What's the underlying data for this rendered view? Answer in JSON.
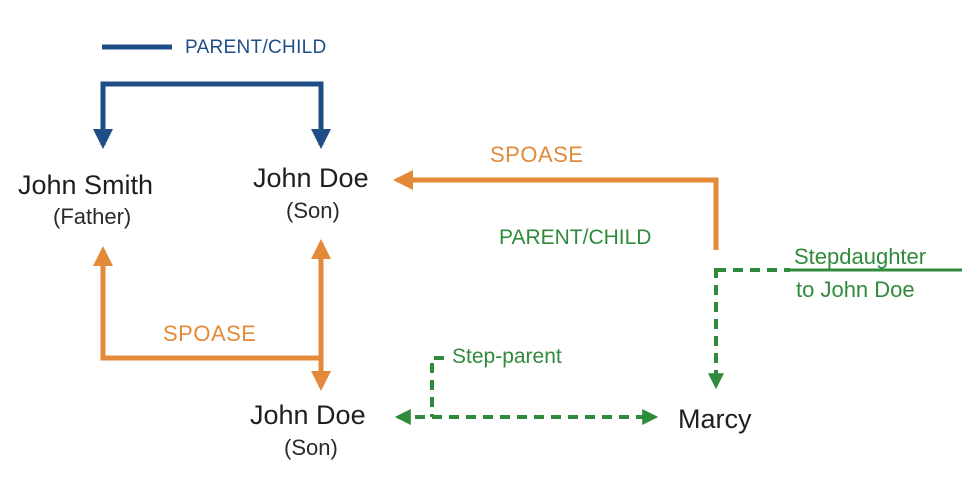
{
  "legend": {
    "label": "PARENT/CHILD"
  },
  "nodes": {
    "father": {
      "name": "John Smith",
      "role": "(Father)"
    },
    "son_top": {
      "name": "John Doe",
      "role": "(Son)"
    },
    "son_bottom": {
      "name": "John Doe",
      "role": "(Son)"
    },
    "marcy": {
      "name": "Marcy"
    }
  },
  "edges": {
    "spouse_top_label": "SPOASE",
    "spouse_left_label": "SPOASE",
    "parent_child_green_label": "PARENT/CHILD",
    "step_parent_label": "Step-parent",
    "stepdaughter_line1": "Stepdaughter",
    "stepdaughter_line2": "to John Doe"
  },
  "colors": {
    "blue": "#1f4e86",
    "orange": "#e3893a",
    "green": "#2f8a3c",
    "text": "#1f1f1f"
  }
}
